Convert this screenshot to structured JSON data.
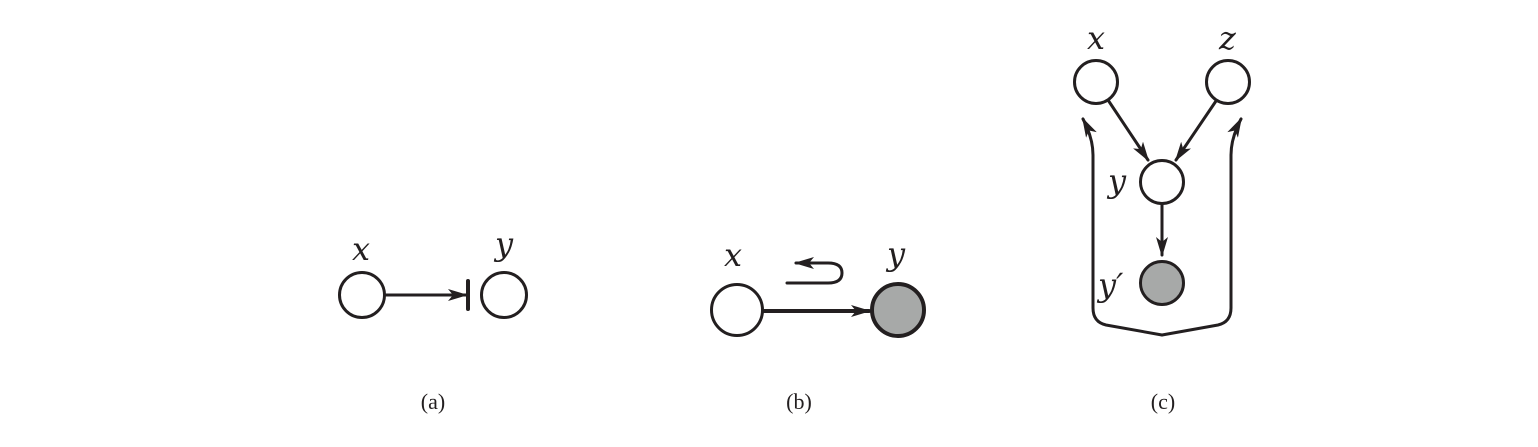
{
  "panels": [
    {
      "caption": "(a)",
      "nodes": [
        {
          "label": "x",
          "fill": "#ffffff"
        },
        {
          "label": "y",
          "fill": "#ffffff"
        }
      ]
    },
    {
      "caption": "(b)",
      "nodes": [
        {
          "label": "x",
          "fill": "#ffffff"
        },
        {
          "label": "y",
          "fill": "#a7a9a8"
        }
      ]
    },
    {
      "caption": "(c)",
      "nodes": [
        {
          "label": "x",
          "fill": "#ffffff"
        },
        {
          "label": "z",
          "fill": "#ffffff"
        },
        {
          "label": "y",
          "fill": "#ffffff"
        },
        {
          "label": "y′",
          "fill": "#a7a9a8"
        }
      ]
    }
  ],
  "colors": {
    "stroke": "#231f20",
    "observed_fill": "#a7a9a8",
    "open_fill": "#ffffff"
  }
}
